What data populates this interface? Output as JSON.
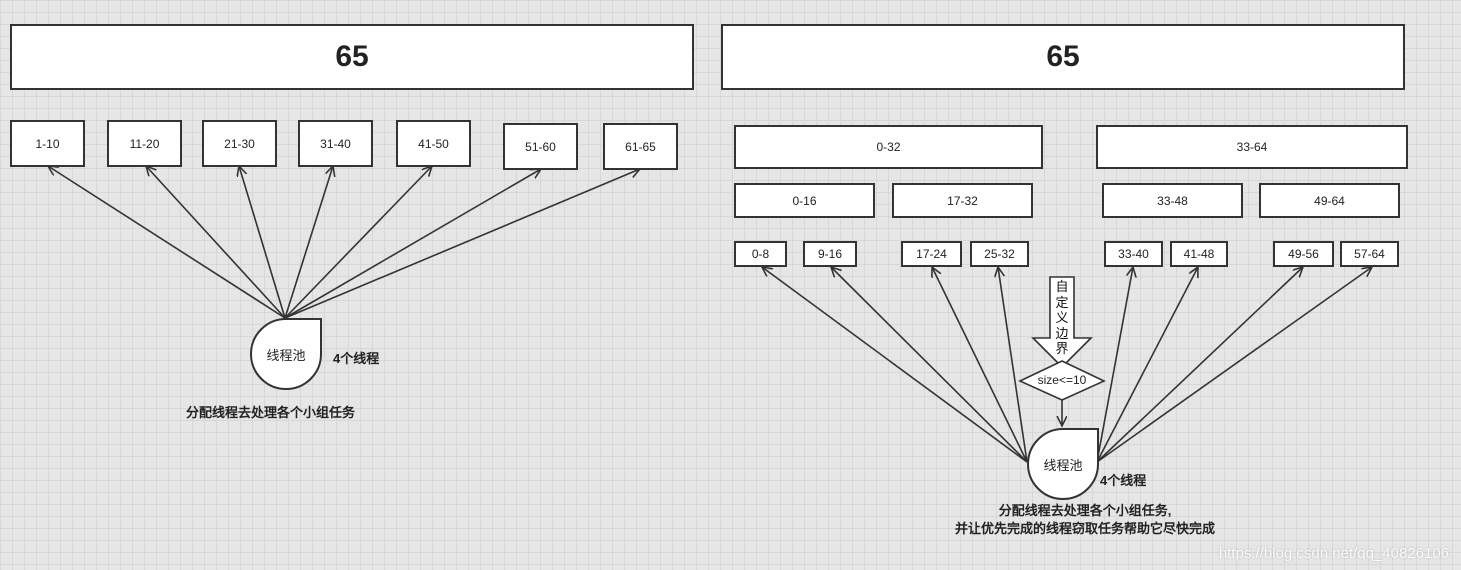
{
  "left": {
    "total": "65",
    "chunks": [
      "1-10",
      "11-20",
      "21-30",
      "31-40",
      "41-50",
      "51-60",
      "61-65"
    ],
    "pool_label": "线程池",
    "thread_count": "4个线程",
    "caption": "分配线程去处理各个小组任务"
  },
  "right": {
    "total": "65",
    "level1": [
      "0-32",
      "33-64"
    ],
    "level2": [
      "0-16",
      "17-32",
      "33-48",
      "49-64"
    ],
    "level3": [
      "0-8",
      "9-16",
      "17-24",
      "25-32",
      "33-40",
      "41-48",
      "49-56",
      "57-64"
    ],
    "boundary_arrow_text": "自定义边界",
    "condition": "size<=10",
    "pool_label": "线程池",
    "thread_count": "4个线程",
    "caption_line1": "分配线程去处理各个小组任务,",
    "caption_line2": "并让优先完成的线程窃取任务帮助它尽快完成"
  },
  "watermark": "https://blog.csdn.net/qq_40826106"
}
